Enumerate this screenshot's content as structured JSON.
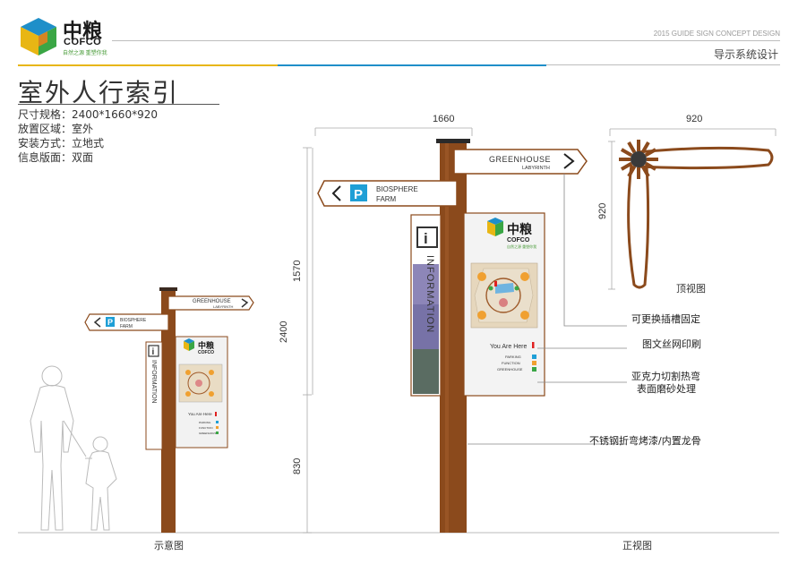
{
  "header": {
    "logo_cn": "中粮",
    "logo_en": "COFCO",
    "logo_slogan": "自然之源 重塑你我",
    "project_en": "2015 GUIDE SIGN CONCEPT DESIGN",
    "project_cn": "导示系统设计"
  },
  "title": "室外人行索引",
  "specs": [
    "尺寸规格：2400*1660*920",
    "放置区域：室外",
    "安装方式：立地式",
    "信息版面：双面"
  ],
  "sign": {
    "greenhouse": "GREENHOUSE",
    "labyrinth": "LABYRINTH",
    "biosphere": "BIOSPHERE",
    "farm": "FARM",
    "parking_letter": "P",
    "info_letter": "i",
    "information": "INFORMATION",
    "you_are_here": "You Are Here",
    "legend_parking": "PARKING",
    "legend_function": "FUNCTION",
    "legend_greenhouse": "GREENHOUSE",
    "panel_logo_cn": "中粮",
    "panel_logo_en": "COFCO",
    "panel_slogan": "自然之源 重塑你我"
  },
  "dimensions": {
    "width": "1660",
    "top_width": "920",
    "top_depth": "920",
    "total_height": "2400",
    "upper_height": "1570",
    "lower_height": "830"
  },
  "annotations": {
    "replaceable": "可更换插槽固定",
    "print": "图文丝网印刷",
    "acrylic_1": "亚克力切割热弯",
    "acrylic_2": "表面磨砂处理",
    "steel": "不锈钢折弯烤漆/内置龙骨"
  },
  "captions": {
    "schematic": "示意图",
    "front": "正视图",
    "top": "顶视图"
  },
  "colors": {
    "pole": "#8b4a1c",
    "brand_yellow": "#e8b614",
    "brand_blue": "#1f8fc9",
    "parking_blue": "#1f9fd6",
    "alert_red": "#e02020",
    "map_orange": "#f0a030"
  }
}
